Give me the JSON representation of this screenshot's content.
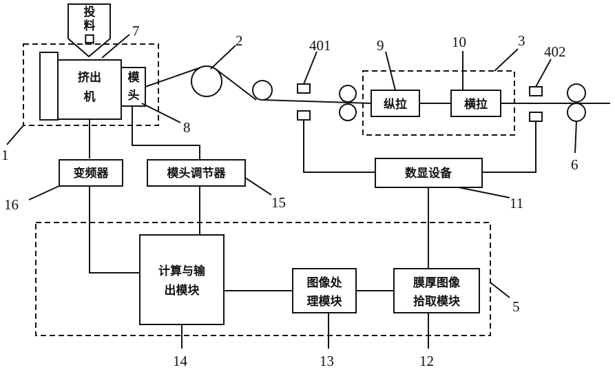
{
  "labels": {
    "feed_port": [
      "投",
      "料",
      "口"
    ],
    "extruder": [
      "挤出",
      "机"
    ],
    "die_head": [
      "模",
      "头"
    ],
    "longitudinal_stretch": "纵拉",
    "transverse_stretch": "横拉",
    "digital_display": "数显设备",
    "frequency_converter": "变频器",
    "die_regulator": "模头调节器",
    "calc_output_module": [
      "计算与输",
      "出模块"
    ],
    "image_processing_module": [
      "图像处",
      "理模块"
    ],
    "film_thickness_capture_module": [
      "膜厚图像",
      "拾取模块"
    ]
  },
  "numbers": {
    "n1": "1",
    "n2": "2",
    "n3": "3",
    "n401": "401",
    "n402": "402",
    "n5": "5",
    "n6": "6",
    "n7": "7",
    "n8": "8",
    "n9": "9",
    "n10": "10",
    "n11": "11",
    "n12": "12",
    "n13": "13",
    "n14": "14",
    "n15": "15",
    "n16": "16"
  }
}
